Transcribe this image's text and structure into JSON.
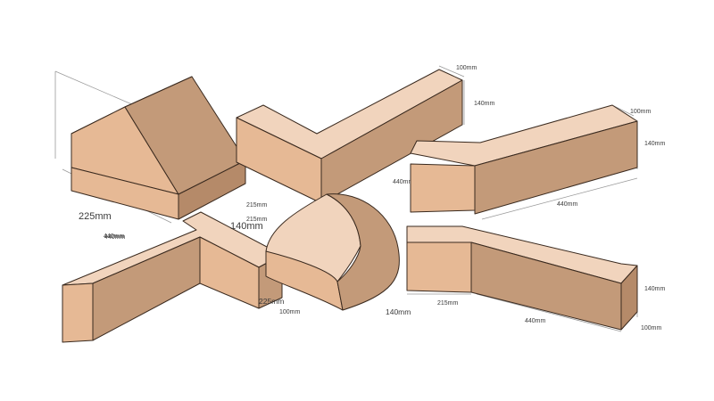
{
  "colors": {
    "top": "#f1d4bd",
    "front": "#e6b995",
    "side": "#c39a79",
    "dark": "#b58a69",
    "edge": "#3a2a1f",
    "dim": "#9a9a9a",
    "label": "#3b3b3b"
  },
  "pieces": [
    {
      "name": "cant-brick",
      "dims": [
        "225mm",
        "440mm",
        "215mm"
      ]
    },
    {
      "name": "corner-brick-top",
      "dims": [
        "100mm",
        "140mm",
        "440mm"
      ]
    },
    {
      "name": "angle-brick-top",
      "dims": [
        "100mm",
        "140mm",
        "440mm"
      ]
    },
    {
      "name": "corner-brick-bottom",
      "dims": [
        "440mm",
        "140mm",
        "225mm",
        "100mm"
      ]
    },
    {
      "name": "bullnose-brick",
      "dims": [
        "215mm",
        "140mm"
      ]
    },
    {
      "name": "angle-brick-bottom",
      "dims": [
        "140mm",
        "215mm",
        "440mm",
        "100mm"
      ]
    }
  ]
}
